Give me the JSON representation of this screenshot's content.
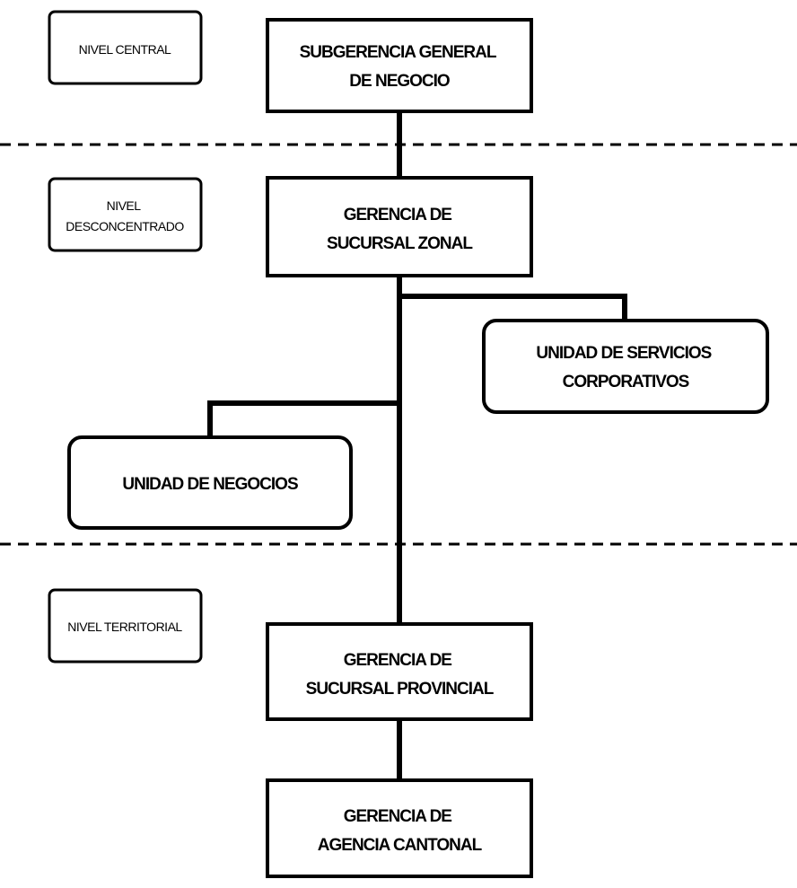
{
  "levels": [
    {
      "id": "central",
      "lines": [
        "NIVEL CENTRAL"
      ]
    },
    {
      "id": "desconcentrado",
      "lines": [
        "NIVEL",
        "DESCONCENTRADO"
      ]
    },
    {
      "id": "territorial",
      "lines": [
        "NIVEL TERRITORIAL"
      ]
    }
  ],
  "nodes": [
    {
      "id": "subgerencia",
      "lines": [
        "SUBGERENCIA GENERAL",
        "DE NEGOCIO"
      ]
    },
    {
      "id": "gerencia-zonal",
      "lines": [
        "GERENCIA DE",
        "SUCURSAL ZONAL"
      ]
    },
    {
      "id": "servicios",
      "lines": [
        "UNIDAD DE SERVICIOS",
        "CORPORATIVOS"
      ]
    },
    {
      "id": "negocios",
      "lines": [
        "UNIDAD DE NEGOCIOS"
      ]
    },
    {
      "id": "gerencia-provincial",
      "lines": [
        "GERENCIA DE",
        "SUCURSAL PROVINCIAL"
      ]
    },
    {
      "id": "agencia",
      "lines": [
        "GERENCIA DE",
        "AGENCIA CANTONAL"
      ]
    }
  ],
  "colors": {
    "stroke": "#000000",
    "fill": "#ffffff",
    "text": "#000000"
  }
}
